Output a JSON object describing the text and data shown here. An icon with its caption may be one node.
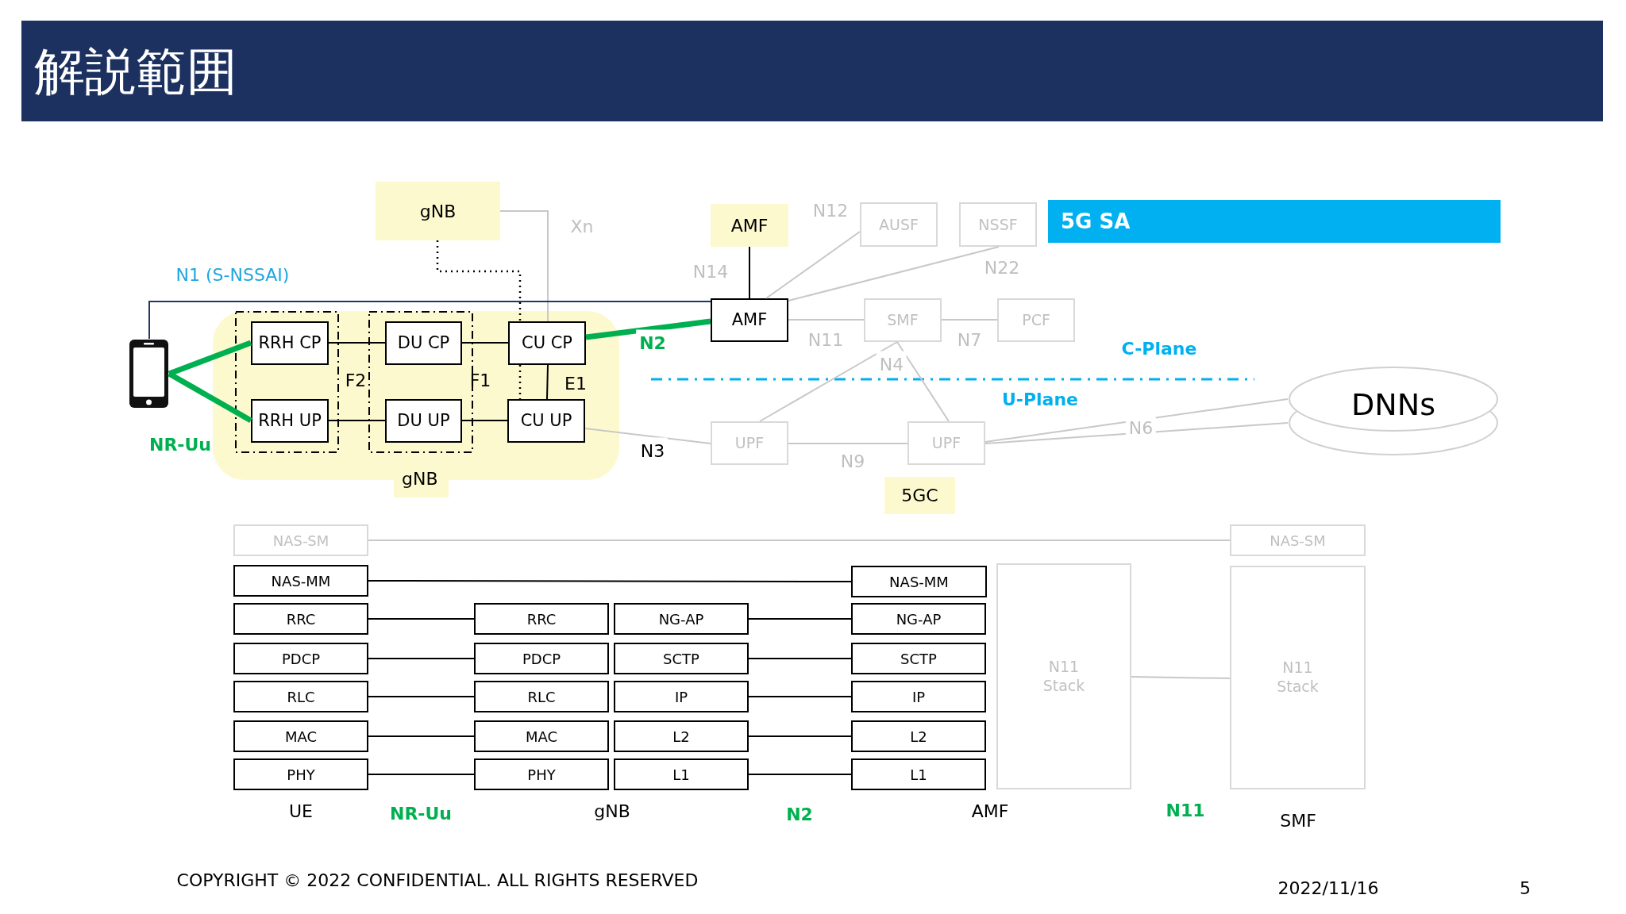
{
  "diagram": {
    "title": "解説範囲",
    "nodes": [
      {
        "text": [
          "gNB"
        ]
      },
      {
        "text": [
          "AMF"
        ]
      },
      {
        "text": [
          "AUSF"
        ]
      },
      {
        "text": [
          "NSSF"
        ]
      },
      {
        "text": [
          "5G SA"
        ]
      },
      {
        "text": [],
        "shape": "picture"
      },
      {
        "text": [
          "gNB"
        ]
      },
      {
        "text": [],
        "shape": "box",
        "in": 6
      },
      {
        "text": [
          "RRH CP"
        ],
        "in": 7
      },
      {
        "text": [
          "RRH UP"
        ],
        "in": 7
      },
      {
        "text": [],
        "shape": "box",
        "in": 6
      },
      {
        "text": [
          "DU CP"
        ],
        "in": 10
      },
      {
        "text": [
          "DU UP"
        ],
        "in": 10
      },
      {
        "text": [
          "CU CP"
        ],
        "in": 6
      },
      {
        "text": [
          "CU UP"
        ],
        "in": 6
      },
      {
        "text": [
          "AMF"
        ]
      },
      {
        "text": [
          "SMF"
        ]
      },
      {
        "text": [
          "PCF"
        ]
      },
      {
        "text": [
          "DNNs"
        ]
      },
      {
        "text": [
          "UPF"
        ]
      },
      {
        "text": [
          "UPF"
        ]
      },
      {
        "text": [
          "5GC"
        ]
      },
      {
        "text": [
          "NAS-SM"
        ]
      },
      {
        "text": [
          "NAS-SM"
        ]
      },
      {
        "text": [
          "NAS-MM"
        ]
      },
      {
        "text": [
          "NAS-MM"
        ]
      },
      {
        "text": [
          "N11 Stack"
        ]
      },
      {
        "text": [
          "N11 Stack"
        ]
      },
      {
        "text": [
          "RRC"
        ]
      },
      {
        "text": [
          "RRC"
        ]
      },
      {
        "text": [
          "NG-AP"
        ]
      },
      {
        "text": [
          "NG-AP"
        ]
      },
      {
        "text": [
          "PDCP"
        ]
      },
      {
        "text": [
          "PDCP"
        ]
      },
      {
        "text": [
          "SCTP"
        ]
      },
      {
        "text": [
          "SCTP"
        ]
      },
      {
        "text": [
          "RLC"
        ]
      },
      {
        "text": [
          "RLC"
        ]
      },
      {
        "text": [
          "IP"
        ]
      },
      {
        "text": [
          "IP"
        ]
      },
      {
        "text": [
          "MAC"
        ]
      },
      {
        "text": [
          "MAC"
        ]
      },
      {
        "text": [
          "L2"
        ]
      },
      {
        "text": [
          "L2"
        ]
      },
      {
        "text": [
          "PHY"
        ]
      },
      {
        "text": [
          "PHY"
        ]
      },
      {
        "text": [
          "L1"
        ]
      },
      {
        "text": [
          "L1"
        ]
      }
    ],
    "edges": [
      {
        "from": 5,
        "to": 8,
        "arrow": "none",
        "style": "thick",
        "color": "#00b050"
      },
      {
        "from": 5,
        "to": 9,
        "arrow": "none",
        "style": "thick",
        "color": "#00b050"
      },
      {
        "from": 8,
        "to": 11,
        "arrow": "none"
      },
      {
        "from": 9,
        "to": 12,
        "arrow": "none"
      },
      {
        "from": 11,
        "to": 13,
        "arrow": "none"
      },
      {
        "from": 12,
        "to": 14,
        "arrow": "none"
      },
      {
        "from": 13,
        "to": 14,
        "arrow": "none",
        "label": "E1"
      },
      {
        "from": 0,
        "to": 13,
        "arrow": "none",
        "label": "Xn",
        "color": "#c8c8c8"
      },
      {
        "from": 0,
        "to": 13,
        "arrow": "none",
        "style": "dashed"
      },
      {
        "from": 13,
        "to": 14,
        "arrow": "none",
        "style": "dashed"
      },
      {
        "from": 5,
        "to": 15,
        "arrow": "none",
        "label": "N1 (S-NSSAI)",
        "color": "#1f3864"
      },
      {
        "from": 13,
        "to": 15,
        "arrow": "none",
        "label": "N2",
        "style": "thick",
        "color": "#00b050"
      },
      {
        "from": 1,
        "to": 15,
        "arrow": "none",
        "label": "N14"
      },
      {
        "from": 15,
        "to": 2,
        "arrow": "none",
        "label": "N12",
        "color": "#c8c8c8"
      },
      {
        "from": 15,
        "to": 3,
        "arrow": "none",
        "label": "N22",
        "color": "#c8c8c8"
      },
      {
        "from": 15,
        "to": 16,
        "arrow": "none",
        "label": "N11",
        "color": "#c8c8c8"
      },
      {
        "from": 16,
        "to": 17,
        "arrow": "none",
        "label": "N7",
        "color": "#c8c8c8"
      },
      {
        "from": 16,
        "to": 19,
        "arrow": "none",
        "label": "N4",
        "color": "#c8c8c8"
      },
      {
        "from": 16,
        "to": 20,
        "arrow": "none",
        "color": "#c8c8c8"
      },
      {
        "from": 14,
        "to": 19,
        "arrow": "none",
        "label": "N3",
        "color": "#c8c8c8"
      },
      {
        "from": 19,
        "to": 20,
        "arrow": "none",
        "label": "N9",
        "color": "#c8c8c8"
      },
      {
        "from": 20,
        "to": 18,
        "arrow": "none",
        "label": "N6",
        "color": "#c8c8c8"
      },
      {
        "from": 20,
        "to": 18,
        "arrow": "none",
        "color": "#c8c8c8"
      },
      {
        "from": 22,
        "to": 23,
        "arrow": "none",
        "color": "#c8c8c8"
      },
      {
        "from": 24,
        "to": 25,
        "arrow": "none"
      },
      {
        "from": 28,
        "to": 29,
        "arrow": "none"
      },
      {
        "from": 30,
        "to": 31,
        "arrow": "none"
      },
      {
        "from": 32,
        "to": 33,
        "arrow": "none"
      },
      {
        "from": 34,
        "to": 35,
        "arrow": "none"
      },
      {
        "from": 36,
        "to": 37,
        "arrow": "none"
      },
      {
        "from": 38,
        "to": 39,
        "arrow": "none"
      },
      {
        "from": 40,
        "to": 41,
        "arrow": "none"
      },
      {
        "from": 42,
        "to": 43,
        "arrow": "none"
      },
      {
        "from": 44,
        "to": 45,
        "arrow": "none"
      },
      {
        "from": 46,
        "to": 47,
        "arrow": "none"
      },
      {
        "from": 26,
        "to": 27,
        "arrow": "none",
        "color": "#c8c8c8"
      }
    ],
    "labels": [
      "C-Plane",
      "F2",
      "F1",
      "U-Plane",
      "NR-Uu",
      "UE",
      "NR-Uu",
      "gNB",
      "N2",
      "AMF",
      "N11",
      "SMF",
      "COPYRIGHT © 2022 CONFIDENTIAL. ALL RIGHTS RESERVED",
      "2022/11/16",
      "5"
    ]
  }
}
